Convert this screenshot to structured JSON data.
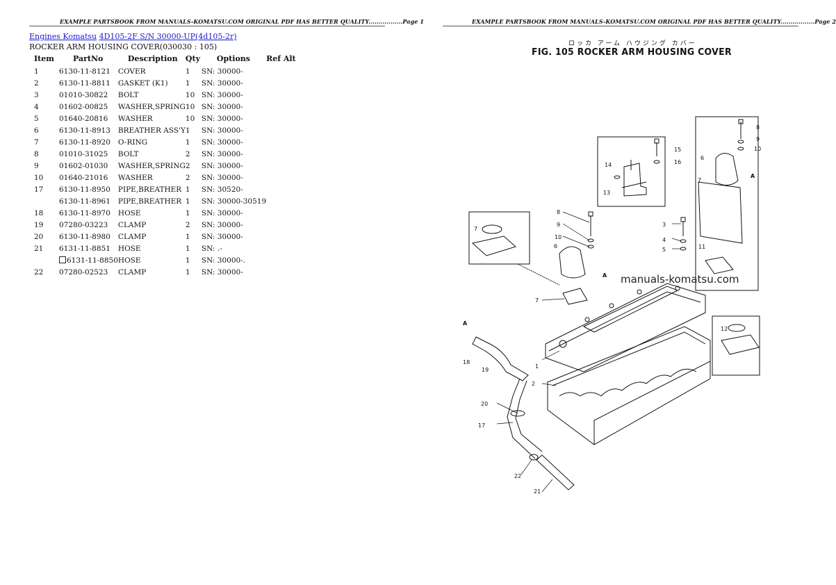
{
  "header": {
    "left": "EXAMPLE PARTSBOOK FROM MANUALS-KOMATSU.COM ORIGINAL PDF HAS BETTER QUALITY.................Page 1",
    "right": "EXAMPLE PARTSBOOK FROM MANUALS-KOMATSU.COM ORIGINAL PDF HAS BETTER QUALITY.................Page 2"
  },
  "breadcrumb": {
    "link1": "Engines Komatsu",
    "link2": "4D105-2F S/N 30000-UP(4d105-2r)"
  },
  "subtitle": "ROCKER ARM HOUSING COVER(030030 : 105)",
  "table": {
    "headers": [
      "Item",
      "PartNo",
      "Description",
      "Qty",
      "Options",
      "Ref Alt"
    ],
    "rows": [
      {
        "item": "1",
        "part": "6130-11-8121",
        "desc": "COVER",
        "qty": "1",
        "opt": "SN: 30000-"
      },
      {
        "item": "2",
        "part": "6130-11-8811",
        "desc": "GASKET (K1)",
        "qty": "1",
        "opt": "SN: 30000-"
      },
      {
        "item": "3",
        "part": "01010-30822",
        "desc": "BOLT",
        "qty": "10",
        "opt": "SN: 30000-"
      },
      {
        "item": "4",
        "part": "01602-00825",
        "desc": "WASHER,SPRING",
        "qty": "10",
        "opt": "SN: 30000-"
      },
      {
        "item": "5",
        "part": "01640-20816",
        "desc": "WASHER",
        "qty": "10",
        "opt": "SN: 30000-"
      },
      {
        "item": "6",
        "part": "6130-11-8913",
        "desc": "BREATHER ASS'Y",
        "qty": "1",
        "opt": "SN: 30000-"
      },
      {
        "item": "7",
        "part": "6130-11-8920",
        "desc": "O-RING",
        "qty": "1",
        "opt": "SN: 30000-"
      },
      {
        "item": "8",
        "part": "01010-31025",
        "desc": "BOLT",
        "qty": "2",
        "opt": "SN: 30000-"
      },
      {
        "item": "9",
        "part": "01602-01030",
        "desc": "WASHER,SPRING",
        "qty": "2",
        "opt": "SN: 30000-"
      },
      {
        "item": "10",
        "part": "01640-21016",
        "desc": "WASHER",
        "qty": "2",
        "opt": "SN: 30000-"
      },
      {
        "item": "17",
        "part": "6130-11-8950",
        "desc": "PIPE,BREATHER",
        "qty": "1",
        "opt": "SN: 30520-"
      },
      {
        "item": "",
        "part": "6130-11-8961",
        "desc": "PIPE,BREATHER",
        "qty": "1",
        "opt": "SN: 30000-30519"
      },
      {
        "item": "18",
        "part": "6130-11-8970",
        "desc": "HOSE",
        "qty": "1",
        "opt": "SN: 30000-"
      },
      {
        "item": "19",
        "part": "07280-03223",
        "desc": "CLAMP",
        "qty": "2",
        "opt": "SN: 30000-"
      },
      {
        "item": "20",
        "part": "6130-11-8980",
        "desc": "CLAMP",
        "qty": "1",
        "opt": "SN: 30000-"
      },
      {
        "item": "21",
        "part": "6131-11-8851",
        "desc": "HOSE",
        "qty": "1",
        "opt": "SN: .-"
      },
      {
        "item": "",
        "part": "6131-11-8850",
        "desc": "HOSE",
        "qty": "1",
        "opt": "SN: 30000-.",
        "boxed": true
      },
      {
        "item": "22",
        "part": "07280-02523",
        "desc": "CLAMP",
        "qty": "1",
        "opt": "SN: 30000-"
      }
    ]
  },
  "figure": {
    "jp_title": "ロッカ アーム ハウジング カバー",
    "title": "FIG. 105  ROCKER ARM HOUSING COVER",
    "watermark": "manuals-komatsu.com",
    "callouts": [
      "1",
      "2",
      "3",
      "4",
      "5",
      "6",
      "7",
      "8",
      "9",
      "10",
      "11",
      "12",
      "13",
      "14",
      "15",
      "16",
      "17",
      "18",
      "19",
      "20",
      "21",
      "22",
      "A"
    ]
  }
}
